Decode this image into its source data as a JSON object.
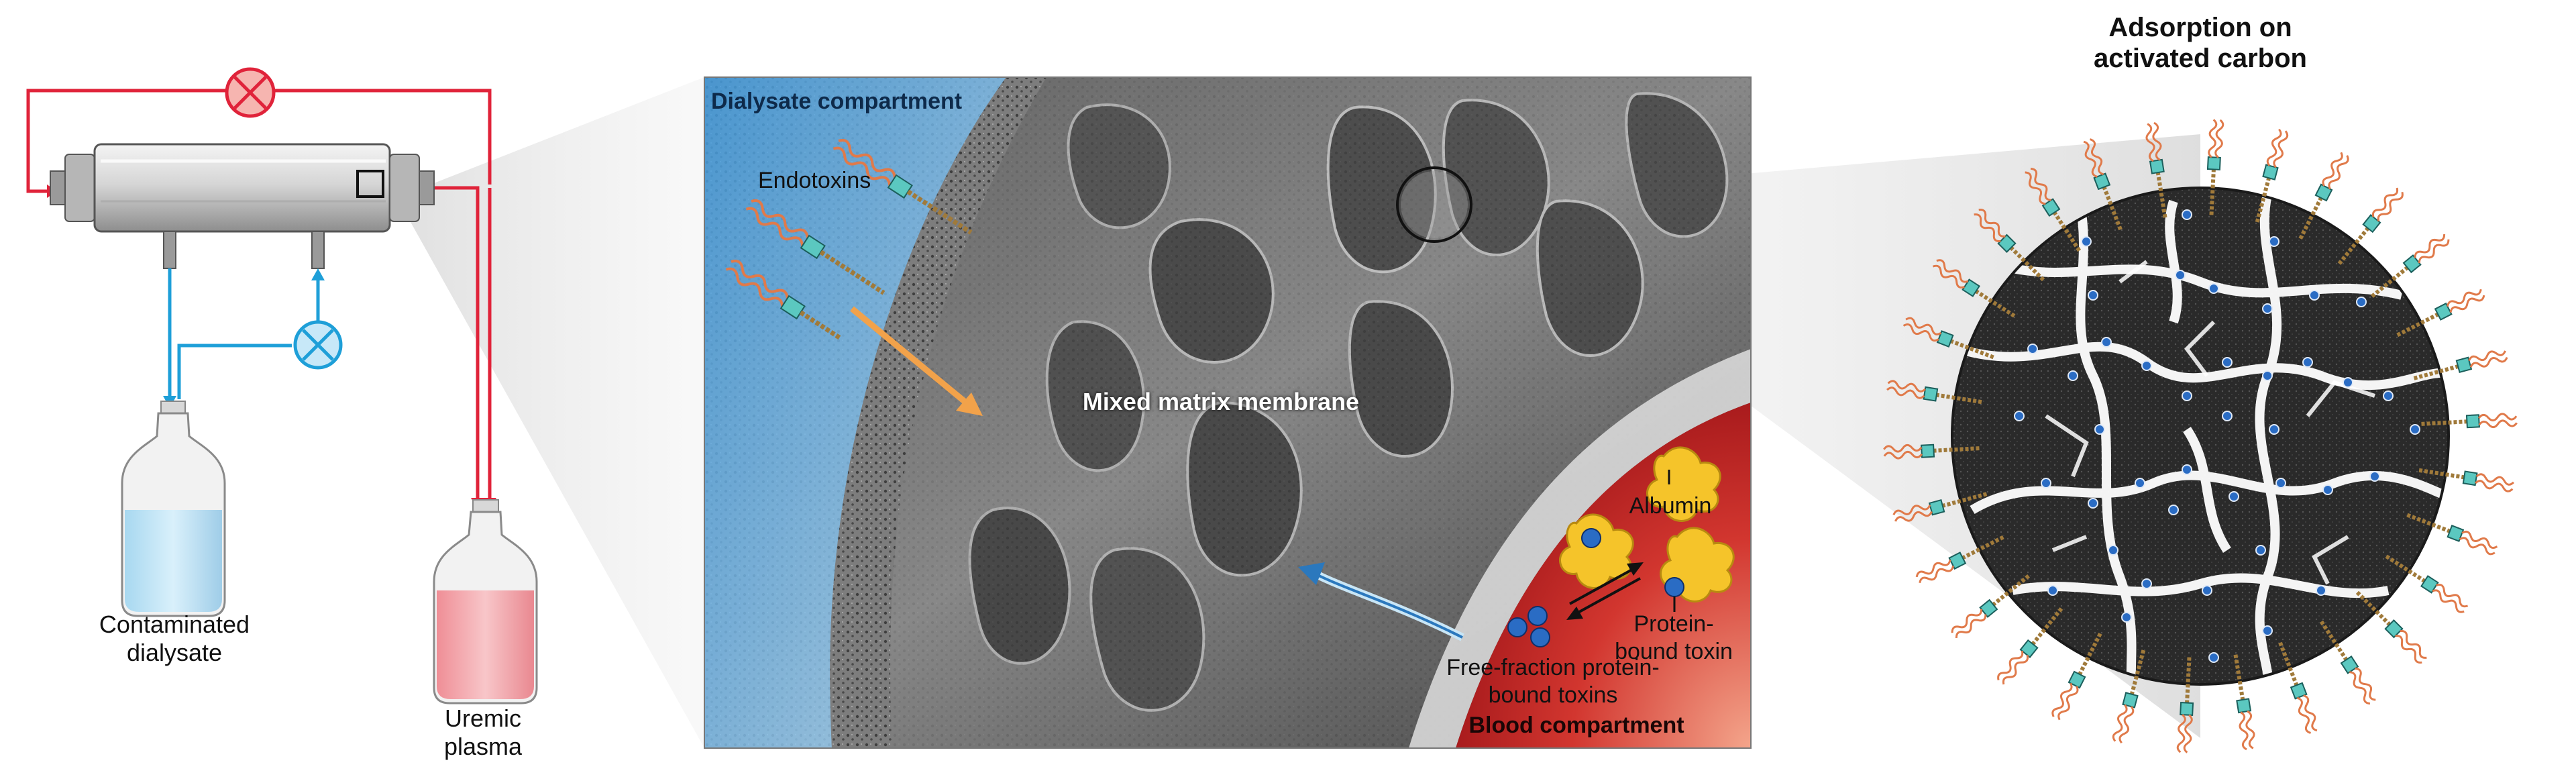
{
  "labels": {
    "contaminated_dialysate": "Contaminated dialysate",
    "uremic_plasma": "Uremic plasma",
    "dialysate_compartment": "Dialysate compartment",
    "endotoxins": "Endotoxins",
    "mixed_matrix_membrane": "Mixed matrix membrane",
    "albumin": "Albumin",
    "protein_bound_toxin": "Protein-bound toxin",
    "free_fraction": "Free-fraction protein-bound toxins",
    "blood_compartment": "Blood compartment",
    "adsorption": "Adsorption on activated carbon"
  },
  "colors": {
    "blood_line": "#e0233a",
    "dialysate_line": "#1e9fd8",
    "dialysate_fill": "#bfe3f5",
    "plasma_fill": "#f2a3a8",
    "blood_compartment": "#c8242c",
    "dialysate_compartment": "#4ba6e0",
    "carbon": "#2b2b2b",
    "toxin_dot": "#1f4f9a",
    "endotoxin_tail": "#e07a4a",
    "endotoxin_core": "#5bc8c0"
  },
  "icons": {
    "pump": "pump-valve-icon",
    "bottle": "bottle-icon",
    "dialyzer": "dialyzer-cartridge-icon"
  }
}
